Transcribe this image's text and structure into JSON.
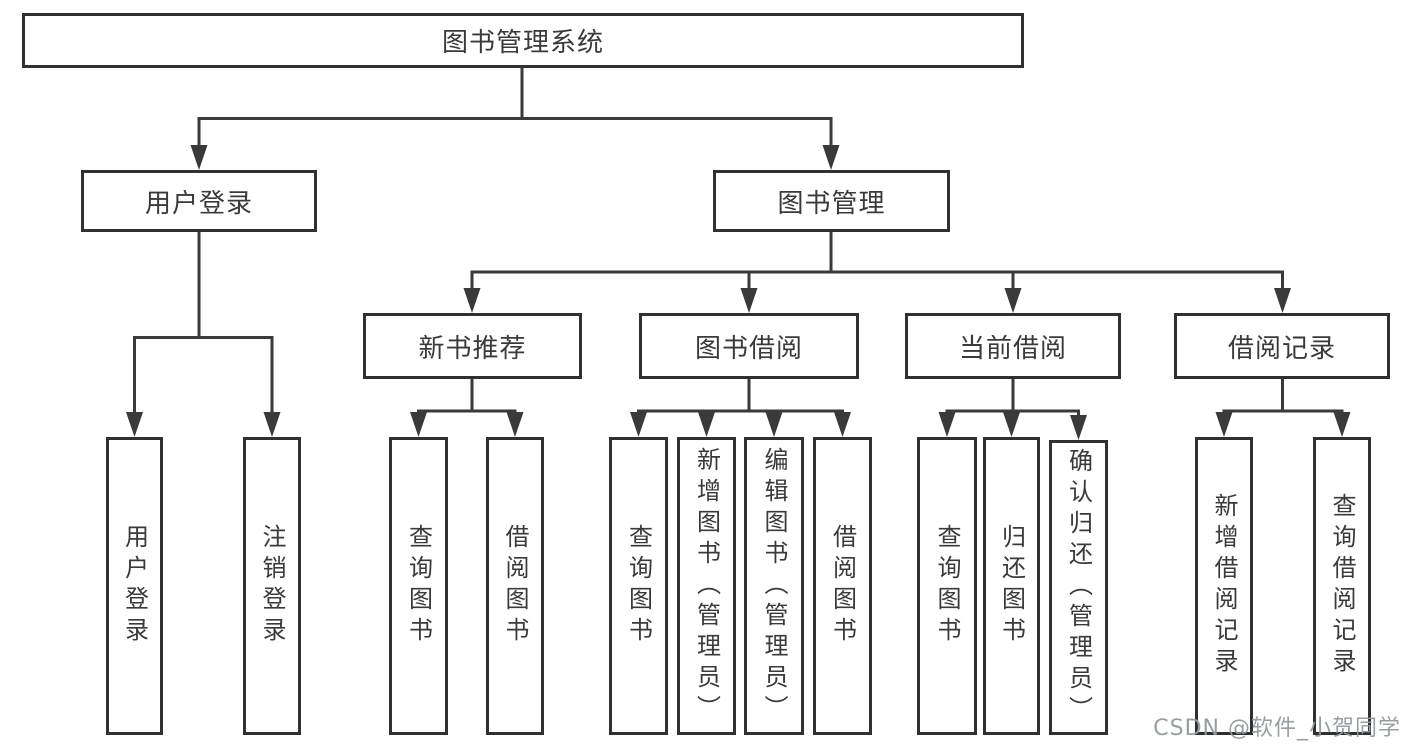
{
  "diagram_type": "hierarchy-tree",
  "tree": {
    "label": "图书管理系统",
    "children": [
      {
        "label": "用户登录",
        "children": [
          {
            "label": "用户登录"
          },
          {
            "label": "注销登录"
          }
        ]
      },
      {
        "label": "图书管理",
        "children": [
          {
            "label": "新书推荐",
            "children": [
              {
                "label": "查询图书"
              },
              {
                "label": "借阅图书"
              }
            ]
          },
          {
            "label": "图书借阅",
            "children": [
              {
                "label": "查询图书"
              },
              {
                "label": "新增图书（管理员）"
              },
              {
                "label": "编辑图书（管理员）"
              },
              {
                "label": "借阅图书"
              }
            ]
          },
          {
            "label": "当前借阅",
            "children": [
              {
                "label": "查询图书"
              },
              {
                "label": "归还图书"
              },
              {
                "label": "确认归还（管理员）"
              }
            ]
          },
          {
            "label": "借阅记录",
            "children": [
              {
                "label": "新增借阅记录"
              },
              {
                "label": "查询借阅记录"
              }
            ]
          }
        ]
      }
    ]
  },
  "watermark": {
    "text": "CSDN @软件_小贺同学"
  },
  "colors": {
    "background": "#ffffff",
    "box_border": "#303030",
    "connector_line": "#3a3a3a",
    "text": "#3a3a3a",
    "watermark": "#94999e"
  }
}
